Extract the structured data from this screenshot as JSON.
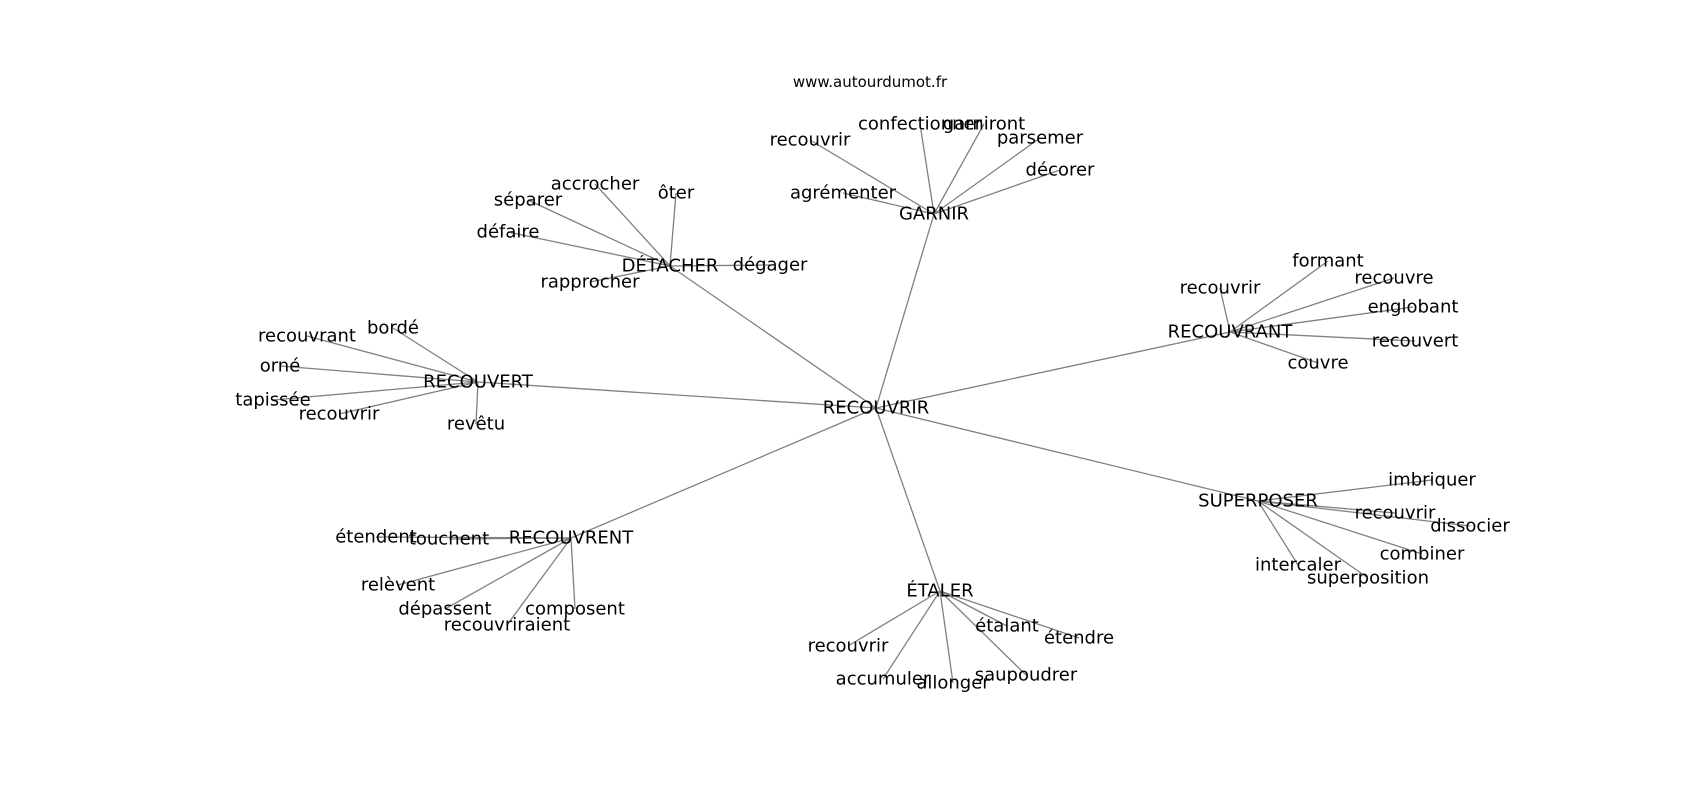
{
  "credit": "www.autourdumot.fr",
  "style": {
    "edge_color": "#808080",
    "text_color": "#000000",
    "background": "#ffffff"
  },
  "graph": {
    "center": {
      "id": "RECOUVRIR",
      "label": "RECOUVRIR"
    },
    "hubs": [
      {
        "id": "GARNIR",
        "label": "GARNIR",
        "leaves": [
          "recouvrir",
          "confectionner",
          "garniront",
          "parsemer",
          "décorer",
          "agrémenter"
        ]
      },
      {
        "id": "DETACHER",
        "label": "DÉTACHER",
        "leaves": [
          "accrocher",
          "ôter",
          "séparer",
          "défaire",
          "rapprocher",
          "dégager"
        ]
      },
      {
        "id": "RECOUVRANT",
        "label": "RECOUVRANT",
        "leaves": [
          "formant",
          "recouvrir",
          "recouvre",
          "englobant",
          "recouvert",
          "couvre"
        ]
      },
      {
        "id": "RECOUVERT",
        "label": "RECOUVERT",
        "leaves": [
          "bordé",
          "recouvrant",
          "orné",
          "tapissée",
          "recouvrir",
          "revêtu"
        ]
      },
      {
        "id": "SUPERPOSER",
        "label": "SUPERPOSER",
        "leaves": [
          "imbriquer",
          "recouvrir",
          "dissocier",
          "combiner",
          "intercaler",
          "superposition"
        ]
      },
      {
        "id": "RECOUVRENT",
        "label": "RECOUVRENT",
        "leaves": [
          "étendent",
          "touchent",
          "relèvent",
          "dépassent",
          "composent",
          "recouvriraient"
        ]
      },
      {
        "id": "ETALER",
        "label": "ÉTALER",
        "leaves": [
          "recouvrir",
          "étalant",
          "étendre",
          "accumuler",
          "allonger",
          "saupoudrer"
        ]
      }
    ]
  }
}
